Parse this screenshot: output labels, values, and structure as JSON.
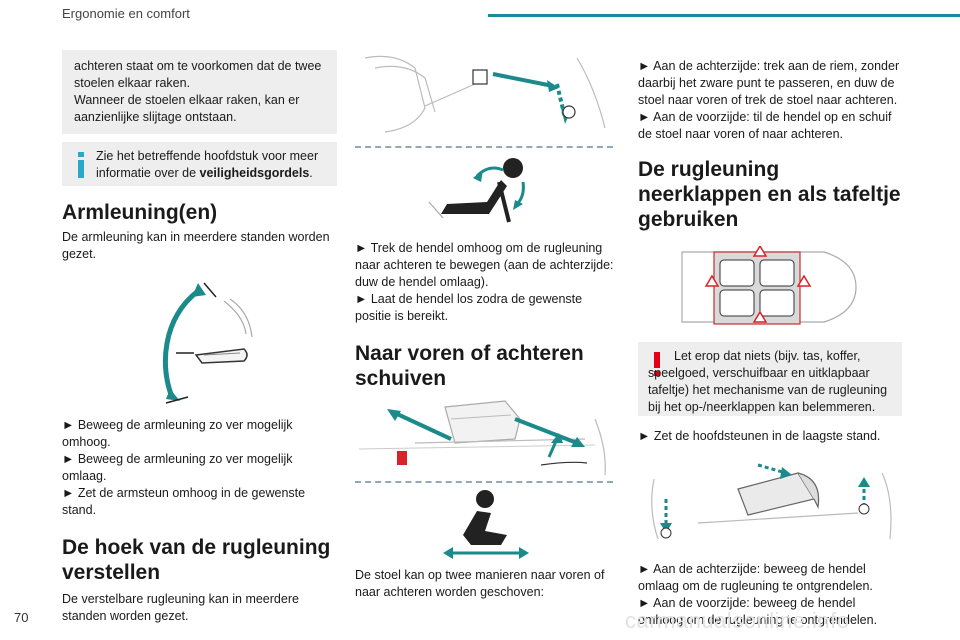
{
  "header": {
    "section_title": "Ergonomie en comfort"
  },
  "page_number": "70",
  "watermark": "carmanualsonline.info",
  "col1": {
    "box_text": "achteren staat om te voorkomen dat de twee stoelen elkaar raken.",
    "box_text2": "Wanneer de stoelen elkaar raken, kan er aanzienlijke slijtage ontstaan.",
    "info_text": "Zie het betreffende hoofdstuk voor meer informatie over de ",
    "info_bold": "veiligheidsgordels",
    "info_end": ".",
    "h_armrest": "Armleuning(en)",
    "armrest_intro": "De armleuning kan in meerdere standen worden gezet.",
    "armrest_steps": [
      "► Beweeg de armleuning zo ver mogelijk omhoog.",
      "► Beweeg de armleuning zo ver mogelijk omlaag.",
      "► Zet de armsteun omhoog in de gewenste stand."
    ],
    "h_backrest": "De hoek van de rugleuning verstellen",
    "backrest_intro": "De verstelbare rugleuning kan in meerdere standen worden gezet."
  },
  "col2": {
    "backrest_steps": [
      "► Trek de hendel omhoog om de rugleuning naar achteren te bewegen (aan de achterzijde: duw de hendel omlaag).",
      "► Laat de hendel los zodra de gewenste positie is bereikt."
    ],
    "h_slide": "Naar voren of achteren schuiven",
    "slide_intro": "De stoel kan op twee manieren naar voren of naar achteren worden geschoven:"
  },
  "col3": {
    "slide_steps": [
      "► Aan de achterzijde: trek aan de riem, zonder daarbij het zware punt te passeren, en duw de stoel naar voren of trek de stoel naar achteren.",
      "► Aan de voorzijde: til de hendel op en schuif de stoel naar voren of naar achteren."
    ],
    "h_table": "De rugleuning neerklappen en als tafeltje gebruiken",
    "warning_text": "Let erop dat niets (bijv. tas, koffer, speelgoed, verschuifbaar en uitklapbaar tafeltje) het mechanisme van de rugleuning bij het op-/neerklappen kan belemmeren.",
    "headrest_step": "► Zet de hoofdsteunen in de laagste stand.",
    "unlock_steps": [
      "► Aan de achterzijde: beweeg de hendel omlaag om de rugleuning te ontgrendelen.",
      "► Aan de voorzijde: beweeg de hendel omhoog om de rugleuning te ontgrendelen."
    ]
  },
  "colors": {
    "accent": "#1a8aa0",
    "info_icon": "#2aa8c8",
    "warning_icon": "#e3001b",
    "arrow": "#1a8a8a"
  }
}
